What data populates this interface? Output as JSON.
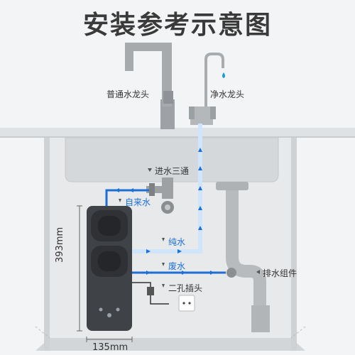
{
  "title": "安装参考示意图",
  "labels": {
    "regular_faucet": "普通水龙头",
    "purified_faucet": "净水龙头",
    "inlet_tee": "进水三通",
    "tap_water": "自来水",
    "pure_water": "纯水",
    "waste_water": "废水",
    "two_pin_plug": "二孔插头",
    "drain_assembly": "排水组件"
  },
  "dimensions": {
    "height": "393mm",
    "width": "135mm"
  },
  "colors": {
    "pipe_blue": "#1d6fd6",
    "pipe_light": "#cfe5fb",
    "purifier_body": "#3f4247",
    "cabinet": "#dcdedf"
  }
}
